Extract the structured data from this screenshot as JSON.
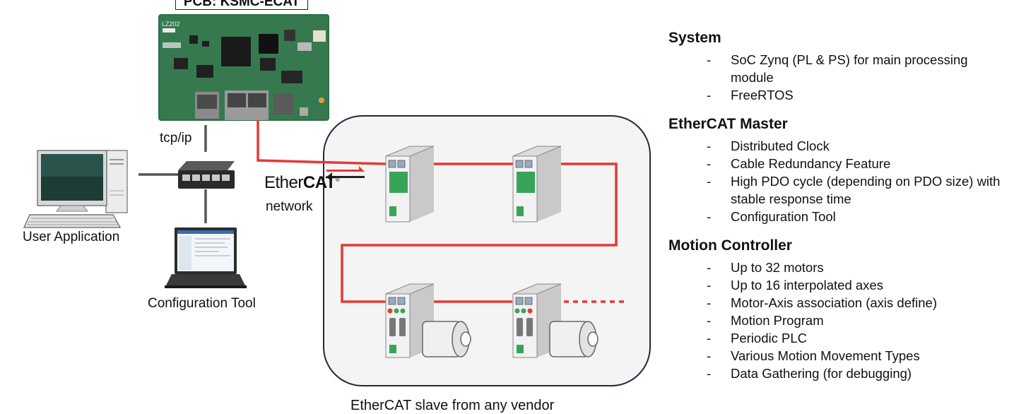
{
  "diagram": {
    "pcb_label": "PCB: KSMC-ECAT",
    "board_silkscreen": "LZ202",
    "tcpip_label": "tcp/ip",
    "user_application_label": "User Application",
    "configuration_tool_label": "Configuration Tool",
    "ethercat_logo": {
      "light": "Ether",
      "bold": "CAT",
      "mark": "®"
    },
    "network_label": "network",
    "slave_caption": "EtherCAT slave from any vendor",
    "colors": {
      "ethercat_line": "#e53935",
      "panel_border": "#1f2b3a",
      "panel_fill": "#f4f4f4"
    }
  },
  "features": [
    {
      "title": "System",
      "items": [
        "SoC Zynq (PL & PS) for main processing module",
        "FreeRTOS"
      ]
    },
    {
      "title": "EtherCAT Master",
      "items": [
        "Distributed Clock",
        "Cable Redundancy Feature",
        "High PDO cycle (depending on PDO size) with stable response time",
        "Configuration Tool"
      ]
    },
    {
      "title": "Motion Controller",
      "items": [
        "Up to 32 motors",
        "Up to 16 interpolated axes",
        "Motor-Axis association (axis define)",
        "Motion Program",
        "Periodic PLC",
        "Various Motion Movement Types",
        "Data Gathering (for debugging)"
      ]
    }
  ]
}
